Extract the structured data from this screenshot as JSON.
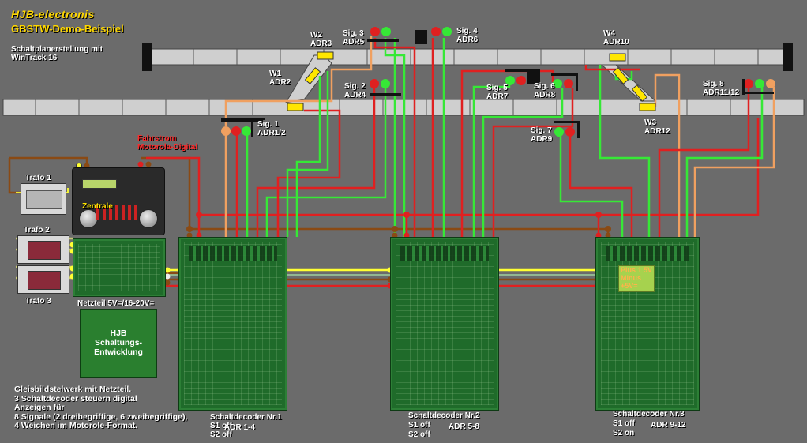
{
  "header": {
    "title": "HJB-electronis",
    "subtitle": "GBSTW-Demo-Beispiel",
    "note_line1": "Schaltplanerstellung mit",
    "note_line2": "WinTrack 16"
  },
  "signals": [
    {
      "name": "Sig. 1",
      "addr": "ADR1/2"
    },
    {
      "name": "Sig. 2",
      "addr": "ADR4"
    },
    {
      "name": "Sig. 3",
      "addr": "ADR5"
    },
    {
      "name": "Sig. 4",
      "addr": "ADR6"
    },
    {
      "name": "Sig. 5",
      "addr": "ADR7"
    },
    {
      "name": "Sig. 6",
      "addr": "ADR8"
    },
    {
      "name": "Sig. 7",
      "addr": "ADR9"
    },
    {
      "name": "Sig. 8",
      "addr": "ADR11/12"
    }
  ],
  "switches": [
    {
      "name": "W1",
      "addr": "ADR2"
    },
    {
      "name": "W2",
      "addr": "ADR3"
    },
    {
      "name": "W3",
      "addr": "ADR12"
    },
    {
      "name": "W4",
      "addr": "ADR10"
    }
  ],
  "power": {
    "fahrstrom1": "Fahrstrom",
    "fahrstrom2": "Motorola-Digital",
    "trafo1": "Trafo 1",
    "trafo2": "Trafo 2",
    "trafo3": "Trafo 3",
    "zentrale": "Zentrale",
    "netzteil": "Netzteil 5V=/16-20V=",
    "hjb1": "HJB",
    "hjb2": "Schaltungs-",
    "hjb3": "Entwicklung"
  },
  "decoders": [
    {
      "title": "Schaltdecoder Nr.1",
      "s1": "S1 off",
      "s2": "S2 off",
      "addr": "ADR 1-4"
    },
    {
      "title": "Schaltdecoder Nr.2",
      "s1": "S1 off",
      "s2": "S2 off",
      "addr": "ADR 5-8"
    },
    {
      "title": "Schaltdecoder Nr.3",
      "s1": "S1 off",
      "s2": "S2 on",
      "addr": "ADR 9-12"
    }
  ],
  "display": {
    "l1": "Plus 1 5V",
    "l2": "Minus",
    "l3": "+5V="
  },
  "description": [
    "Gleisbildstelwerk mit Netzteil.",
    "3 Schaltdecoder steuern digital",
    "Anzeigen für",
    "8 Signale (2 dreibegriffige, 6 zweibegriffige),",
    "4 Weichen im Motorole-Format."
  ],
  "colors": {
    "background": "#6b6b6b",
    "track": "#cfcfcf",
    "wire_red": "#e02020",
    "wire_green": "#36e836",
    "wire_orange": "#f0a060",
    "wire_yellow": "#ffff33",
    "wire_brown": "#8a4a14",
    "board": "#1f6b2a",
    "title": "#ffd800"
  }
}
